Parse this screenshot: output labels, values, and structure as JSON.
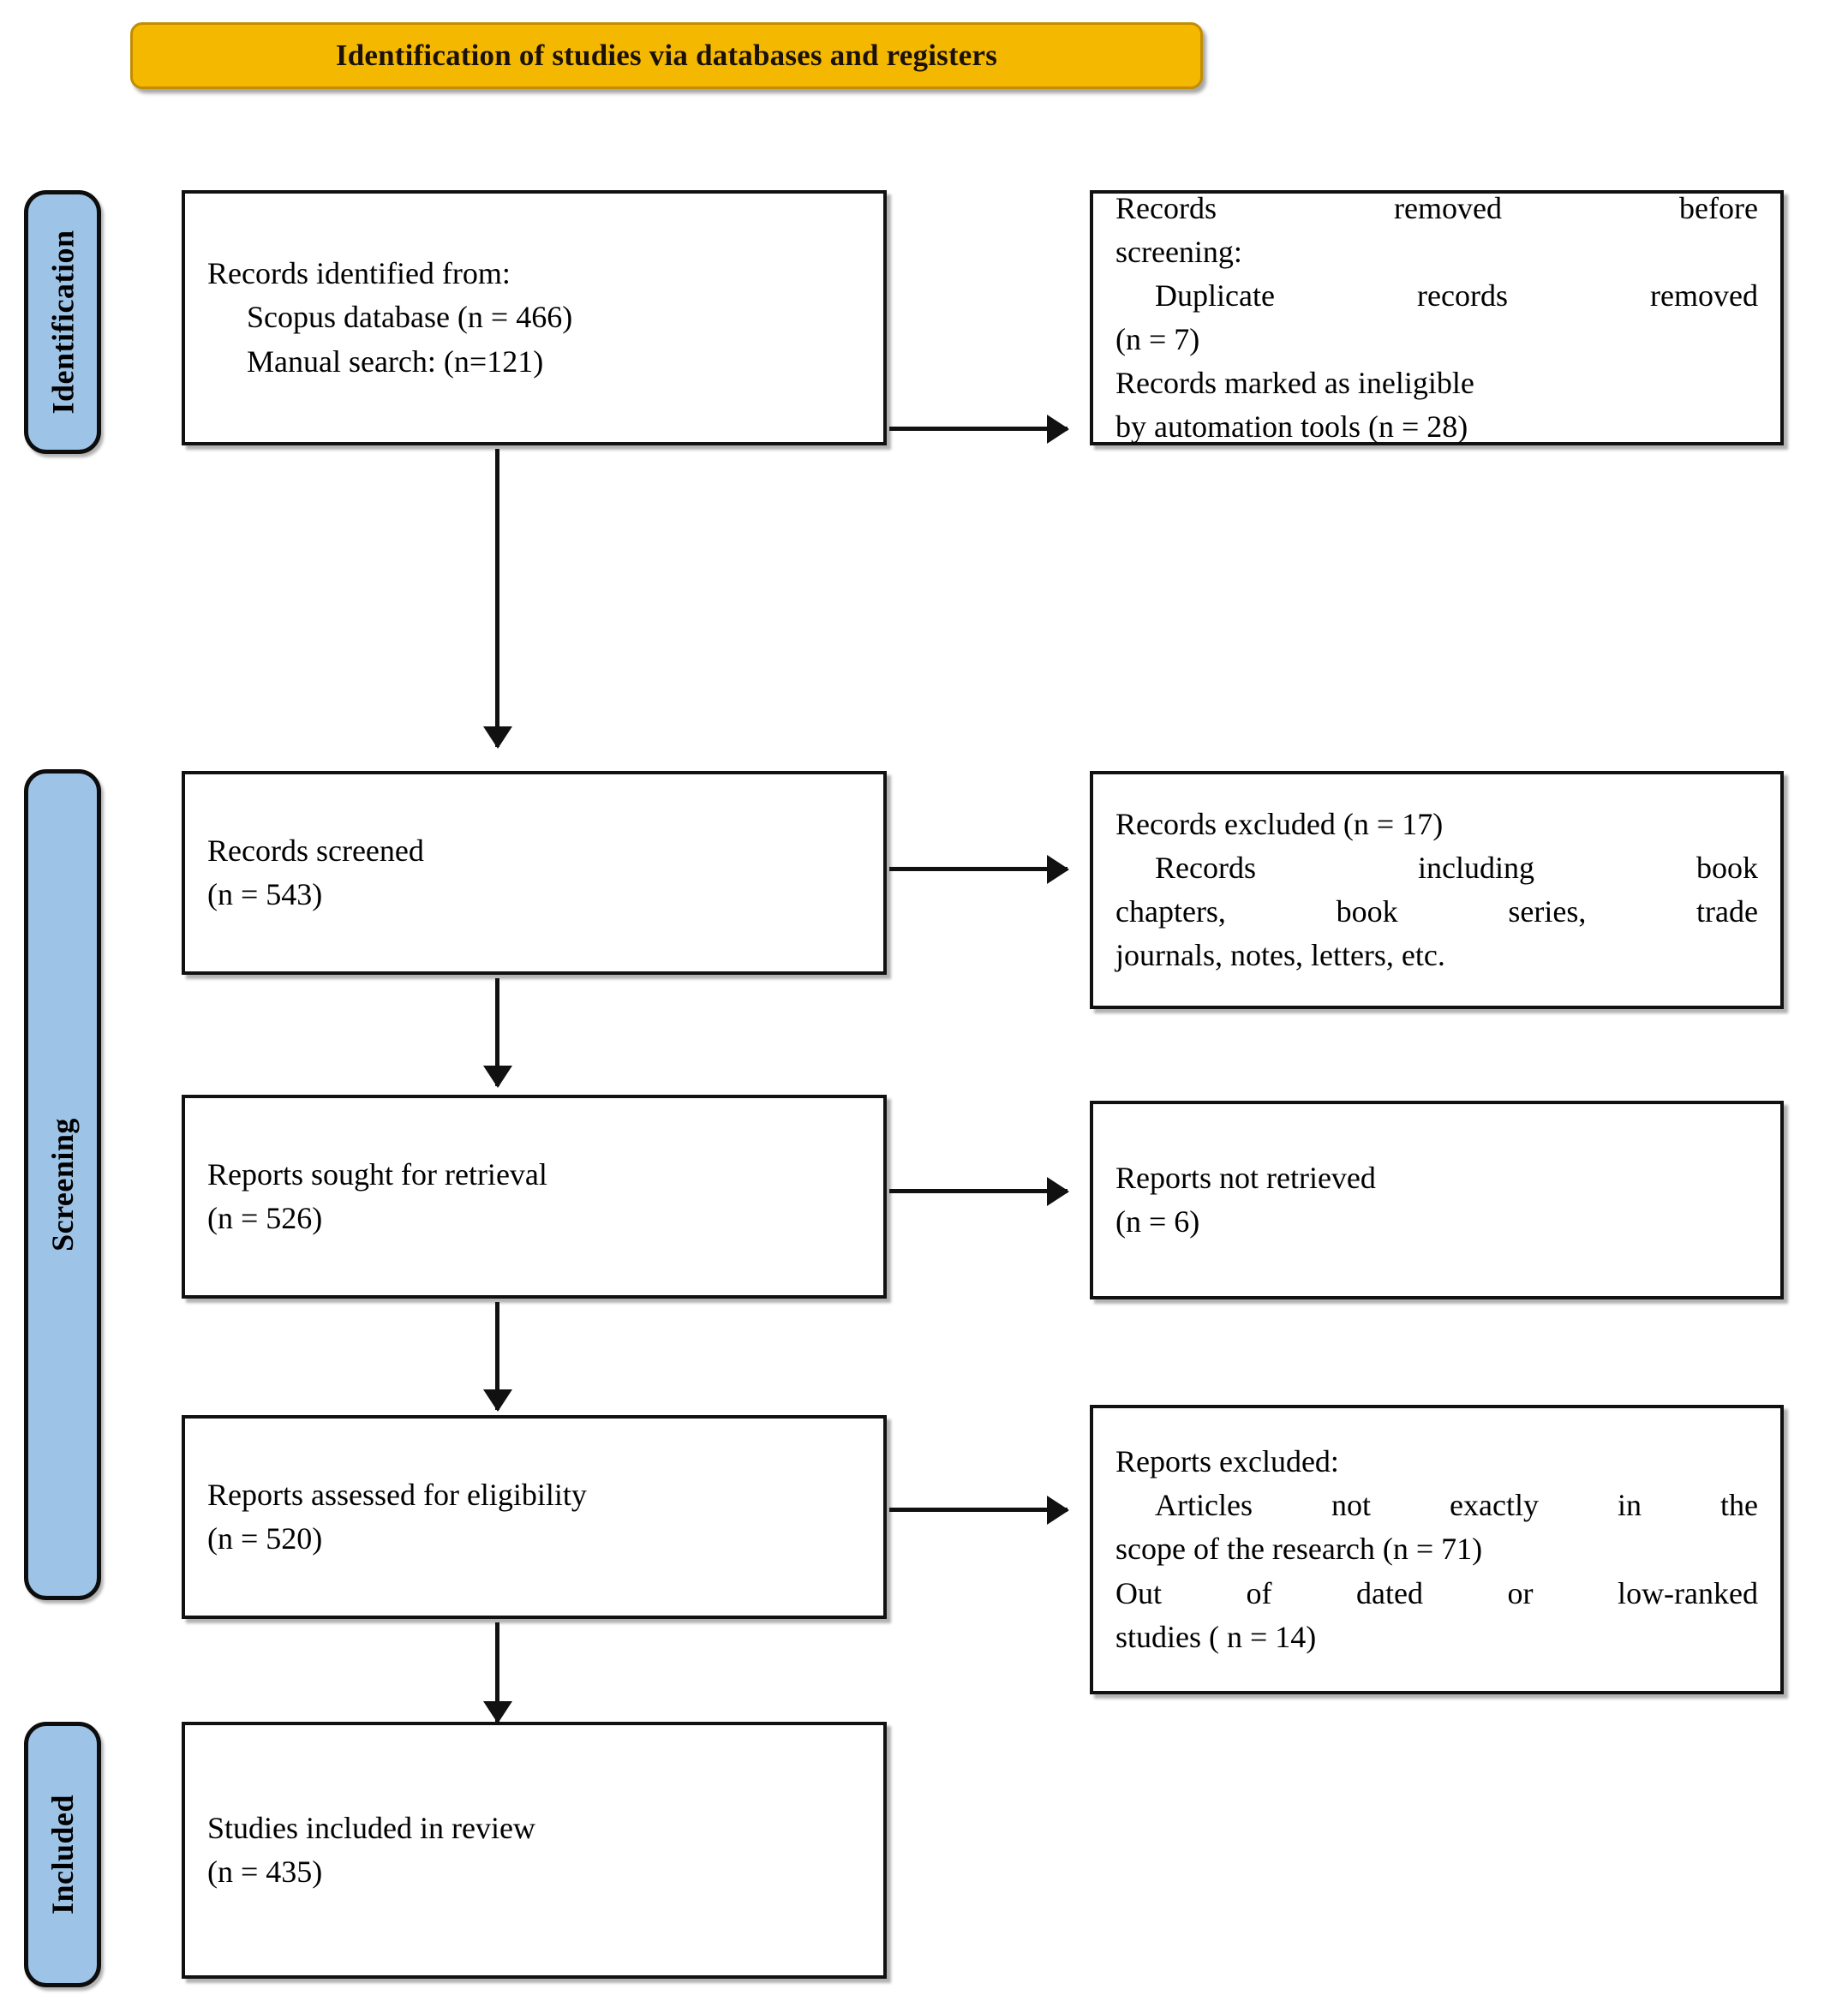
{
  "title": {
    "text": "Identification of studies via databases and registers",
    "background_color": "#F5B800",
    "text_color": "#1a1208"
  },
  "stages": [
    {
      "id": "identification",
      "label": "Identification",
      "color": "#9DC3E6"
    },
    {
      "id": "screening",
      "label": "Screening",
      "color": "#9DC3E6"
    },
    {
      "id": "included",
      "label": "Included",
      "color": "#9DC3E6"
    }
  ],
  "boxes": {
    "records_identified": {
      "line1": "Records identified from:",
      "line2": "Scopus database (n = 466)",
      "line3": "Manual search: (n=121)"
    },
    "records_removed": {
      "line1": "Records removed before",
      "line2": "screening:",
      "line3": "Duplicate records removed",
      "line4": "(n = 7)",
      "line5": "Records marked as ineligible",
      "line6": "by automation tools (n = 28)"
    },
    "records_screened": {
      "line1": "Records screened",
      "line2": "(n = 543)"
    },
    "records_excluded": {
      "line1": "Records excluded (n = 17)",
      "line2": "Records including book",
      "line3": "chapters, book series, trade",
      "line4": "journals, notes, letters, etc."
    },
    "reports_sought": {
      "line1": "Reports sought for retrieval",
      "line2": "(n = 526)"
    },
    "reports_not_retrieved": {
      "line1": "Reports not retrieved",
      "line2": "(n = 6)"
    },
    "reports_assessed": {
      "line1": "Reports assessed for eligibility",
      "line2": "(n = 520)"
    },
    "reports_excluded": {
      "line1": "Reports excluded:",
      "line2": "Articles not exactly in the",
      "line3": "scope of the research (n = 71)",
      "line4": "Out of dated or low-ranked",
      "line5": "studies ( n = 14)"
    },
    "studies_included": {
      "line1": "Studies included in review",
      "line2": "(n = 435)"
    }
  },
  "chart_data": {
    "type": "diagram",
    "title": "Identification of studies via databases and registers",
    "nodes": [
      {
        "id": "records_identified",
        "stage": "Identification",
        "side": "left",
        "labels": [
          "Records identified from:",
          "Scopus database (n = 466)",
          "Manual search: (n=121)"
        ],
        "counts": {
          "Scopus database": 466,
          "Manual search": 121
        }
      },
      {
        "id": "records_removed",
        "stage": "Identification",
        "side": "right",
        "labels": [
          "Records removed before screening:",
          "Duplicate records removed (n = 7)",
          "Records marked as ineligible by automation tools (n = 28)"
        ],
        "counts": {
          "Duplicate records removed": 7,
          "Records marked as ineligible by automation tools": 28
        }
      },
      {
        "id": "records_screened",
        "stage": "Screening",
        "side": "left",
        "labels": [
          "Records screened",
          "(n = 543)"
        ],
        "counts": {
          "n": 543
        }
      },
      {
        "id": "records_excluded",
        "stage": "Screening",
        "side": "right",
        "labels": [
          "Records excluded (n = 17)",
          "Records including book chapters, book series, trade journals, notes, letters, etc."
        ],
        "counts": {
          "n": 17
        }
      },
      {
        "id": "reports_sought",
        "stage": "Screening",
        "side": "left",
        "labels": [
          "Reports sought for retrieval",
          "(n = 526)"
        ],
        "counts": {
          "n": 526
        }
      },
      {
        "id": "reports_not_retrieved",
        "stage": "Screening",
        "side": "right",
        "labels": [
          "Reports not retrieved",
          "(n = 6)"
        ],
        "counts": {
          "n": 6
        }
      },
      {
        "id": "reports_assessed",
        "stage": "Screening",
        "side": "left",
        "labels": [
          "Reports assessed for eligibility",
          "(n = 520)"
        ],
        "counts": {
          "n": 520
        }
      },
      {
        "id": "reports_excluded",
        "stage": "Screening",
        "side": "right",
        "labels": [
          "Reports excluded:",
          "Articles not exactly in the scope of the research (n = 71)",
          "Out of dated or low-ranked studies ( n = 14)"
        ],
        "counts": {
          "Articles not exactly in the scope of the research": 71,
          "Out of dated or low-ranked studies": 14
        }
      },
      {
        "id": "studies_included",
        "stage": "Included",
        "side": "left",
        "labels": [
          "Studies included in review",
          "(n = 435)"
        ],
        "counts": {
          "n": 435
        }
      }
    ],
    "edges": [
      {
        "from": "records_identified",
        "to": "records_removed",
        "direction": "right"
      },
      {
        "from": "records_identified",
        "to": "records_screened",
        "direction": "down"
      },
      {
        "from": "records_screened",
        "to": "records_excluded",
        "direction": "right"
      },
      {
        "from": "records_screened",
        "to": "reports_sought",
        "direction": "down"
      },
      {
        "from": "reports_sought",
        "to": "reports_not_retrieved",
        "direction": "right"
      },
      {
        "from": "reports_sought",
        "to": "reports_assessed",
        "direction": "down"
      },
      {
        "from": "reports_assessed",
        "to": "reports_excluded",
        "direction": "right"
      },
      {
        "from": "reports_assessed",
        "to": "studies_included",
        "direction": "down"
      }
    ]
  }
}
